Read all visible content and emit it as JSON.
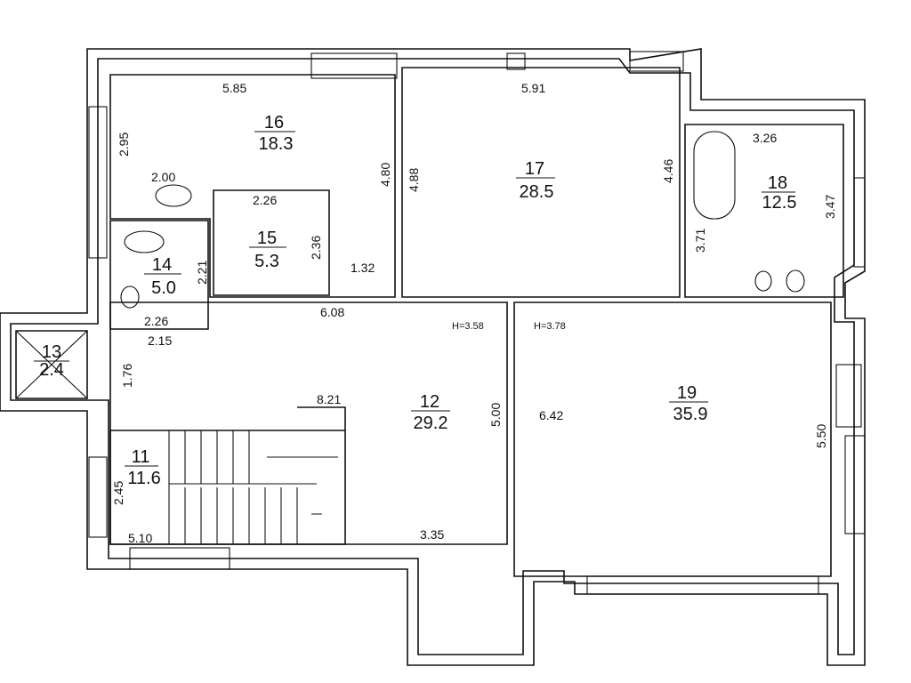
{
  "rooms": [
    {
      "number": "11",
      "area": "11.6"
    },
    {
      "number": "12",
      "area": "29.2"
    },
    {
      "number": "13",
      "area": "2.4"
    },
    {
      "number": "14",
      "area": "5.0"
    },
    {
      "number": "15",
      "area": "5.3"
    },
    {
      "number": "16",
      "area": "18.3"
    },
    {
      "number": "17",
      "area": "28.5"
    },
    {
      "number": "18",
      "area": "12.5"
    },
    {
      "number": "19",
      "area": "35.9"
    }
  ],
  "dimensions": [
    "5.85",
    "2.95",
    "4.80",
    "2.00",
    "5.91",
    "4.88",
    "4.46",
    "3.26",
    "3.47",
    "3.71",
    "2.26",
    "2.36",
    "1.32",
    "2.21",
    "2.26",
    "2.15",
    "6.08",
    "1.76",
    "8.21",
    "5.00",
    "6.42",
    "5.50",
    "2.45",
    "5.10",
    "3.35"
  ],
  "heights": [
    "H=3.58",
    "H=3.78"
  ]
}
